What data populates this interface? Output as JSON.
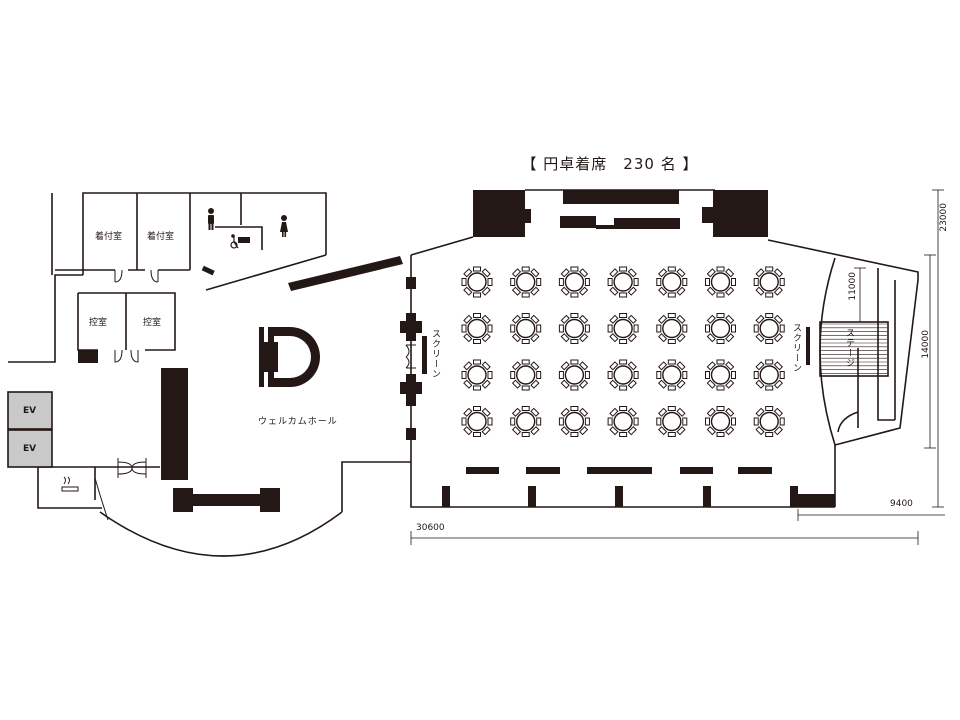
{
  "title": "【 円卓着席　230 名 】",
  "rooms": {
    "dressing_room_1": "着付室",
    "dressing_room_2": "着付室",
    "waiting_room_1": "控室",
    "waiting_room_2": "控室",
    "ev_1": "EV",
    "ev_2": "EV",
    "welcome_hall": "ウェルカムホール"
  },
  "screen_left": "スクリーン",
  "screen_right": "スクリーン",
  "stage": "ステージ",
  "dimensions": {
    "total_width": "30600",
    "stage_width": "9400",
    "total_depth": "23000",
    "depth_mid": "14000",
    "depth_stage": "11000"
  },
  "seating": {
    "rows": 4,
    "columns": 7,
    "chairs_per_table": 8
  },
  "icons": [
    "male-restroom-icon",
    "female-restroom-icon",
    "accessible-restroom-icon",
    "smoking-area-icon",
    "welcome-board-logo-icon"
  ],
  "colors": {
    "ink": "#231815",
    "ev_fill": "#c9c9c9",
    "background": "#ffffff"
  }
}
